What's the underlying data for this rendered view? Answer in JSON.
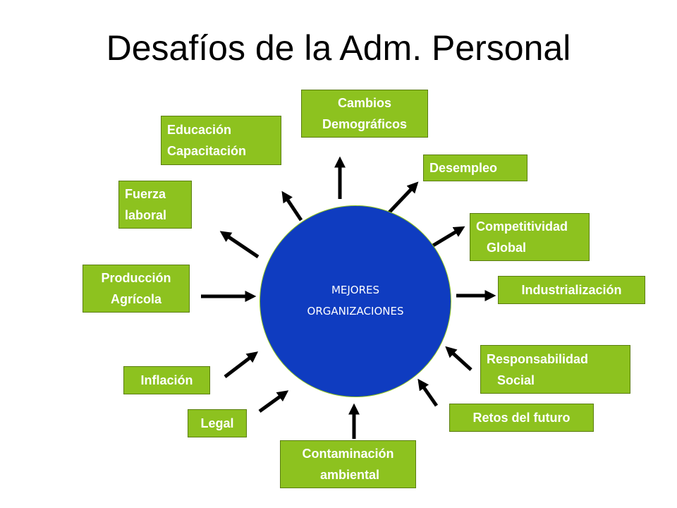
{
  "title": "Desafíos de la Adm. Personal",
  "center": {
    "line1": "MEJORES",
    "line2": "ORGANIZACIONES",
    "fill_color": "#0f3cc0"
  },
  "box_color": "#8dc21f",
  "boxes": {
    "cambios": "Cambios\nDemográficos",
    "educacion": "Educación\nCapacitación",
    "desempleo": "Desempleo",
    "fuerza": "Fuerza\nlaboral",
    "competitividad": "Competitividad\n   Global",
    "produccion": "Producción\nAgrícola",
    "industrializacion": "Industrialización",
    "responsabilidad": "Responsabilidad\n   Social",
    "inflacion": "Inflación",
    "retos": "Retos del futuro",
    "legal": "Legal",
    "contaminacion": "Contaminación\n ambiental"
  },
  "icons": {
    "outward_arrows": "arrow-outward-icon",
    "inward_arrows": "arrow-inward-icon"
  }
}
